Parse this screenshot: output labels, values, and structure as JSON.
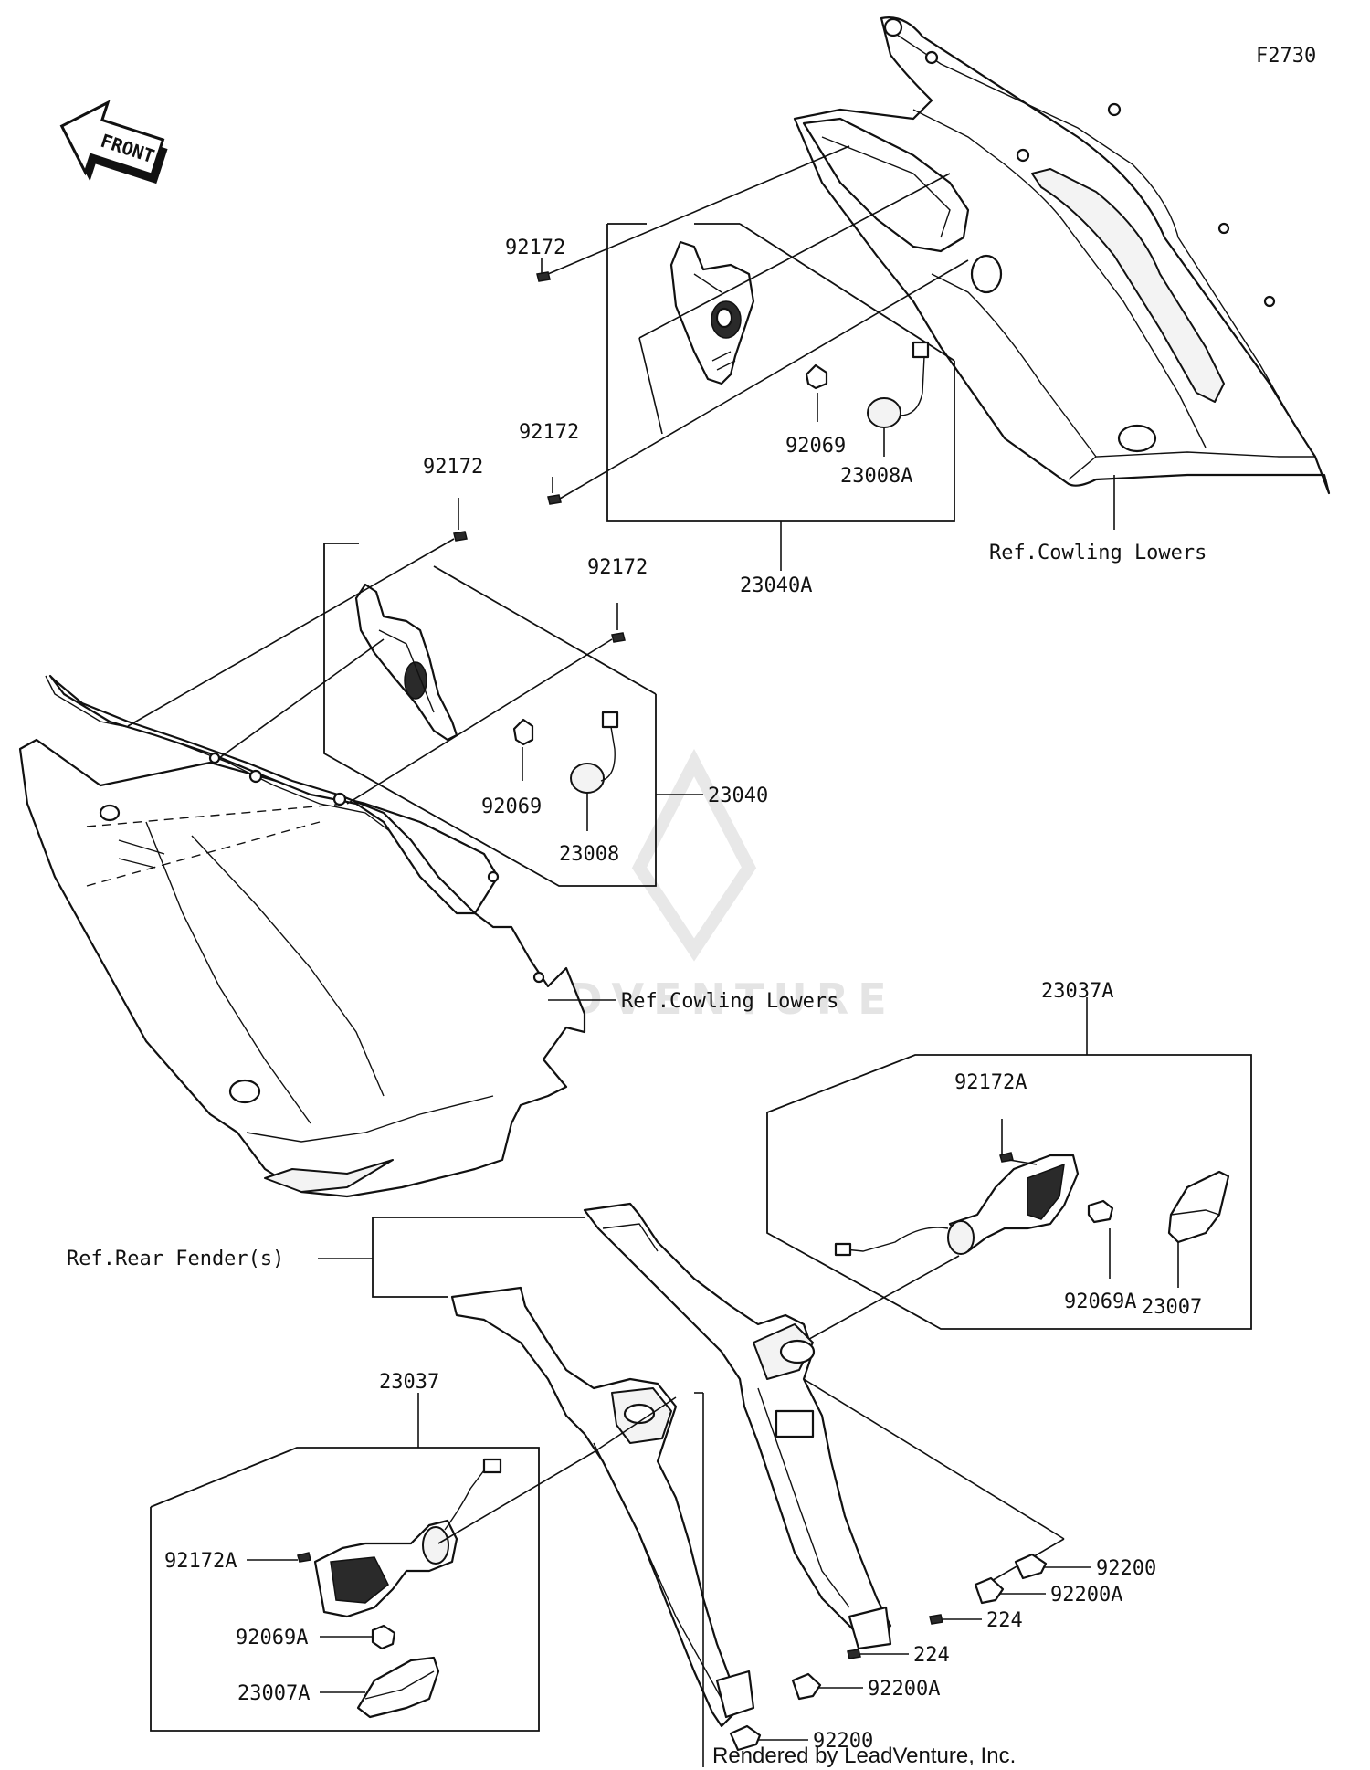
{
  "diagram_id": "F2730",
  "direction_label": "FRONT",
  "watermark": "LEADVENTURE",
  "credit": "Rendered by LeadVenture, Inc.",
  "callouts": {
    "p92172_a": "92172",
    "p92172_b": "92172",
    "p92172_c": "92172",
    "p92172_d": "92172",
    "p92069_front_r": "92069",
    "p23008A": "23008A",
    "p23040A": "23040A",
    "ref_cowling_upper": "Ref.Cowling Lowers",
    "p92069_front_l": "92069",
    "p23008": "23008",
    "p23040": "23040",
    "ref_cowling_lower": "Ref.Cowling Lowers",
    "p23037A": "23037A",
    "p92172A_r": "92172A",
    "p92069A_r": "92069A",
    "p23007": "23007",
    "ref_rear_fender": "Ref.Rear Fender(s)",
    "p23037": "23037",
    "p92172A_l": "92172A",
    "p92069A_l": "92069A",
    "p23007A": "23007A",
    "p92200_r": "92200",
    "p92200A_r": "92200A",
    "p224_r": "224",
    "p224_l": "224",
    "p92200A_l": "92200A",
    "p92200_l": "92200"
  }
}
